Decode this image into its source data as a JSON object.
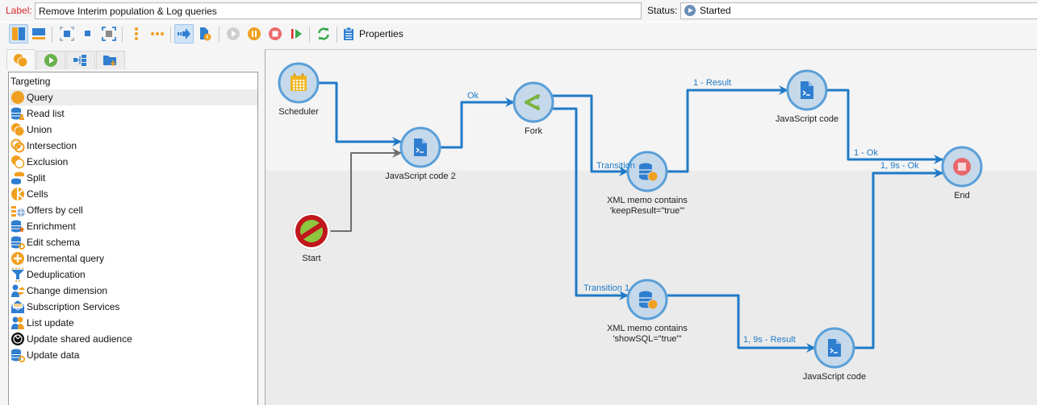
{
  "header": {
    "label_caption": "Label:",
    "label_value": "Remove Interim population & Log queries",
    "status_caption": "Status:",
    "status_value": "Started"
  },
  "toolbar": {
    "buttons": [
      {
        "name": "vertical-layout",
        "icon": "vertical-layout-icon",
        "active": true
      },
      {
        "name": "horizontal-layout",
        "icon": "horizontal-layout-icon",
        "active": false
      },
      {
        "name": "zoom-fit",
        "icon": "zoom-fit-icon",
        "active": false
      },
      {
        "name": "actual-size",
        "icon": "actual-size-icon",
        "active": false
      },
      {
        "name": "zoom-selection",
        "icon": "zoom-selection-icon",
        "active": false
      },
      {
        "name": "align-vertical",
        "icon": "vertical-dots-icon",
        "active": false
      },
      {
        "name": "align-horizontal",
        "icon": "horizontal-dots-icon",
        "active": false
      },
      {
        "name": "transitions",
        "icon": "arrow-flow-icon",
        "active": true
      },
      {
        "name": "logs",
        "icon": "document-warning-icon",
        "active": false
      },
      {
        "name": "start",
        "icon": "play-icon",
        "active": false
      },
      {
        "name": "pause",
        "icon": "pause-icon",
        "active": false
      },
      {
        "name": "stop",
        "icon": "stop-icon",
        "active": false
      },
      {
        "name": "unconditional-stop",
        "icon": "step-play-icon",
        "active": false
      },
      {
        "name": "refresh",
        "icon": "refresh-icon",
        "active": false
      }
    ],
    "properties_label": "Properties"
  },
  "palette": {
    "tabs": [
      "targeting",
      "flow-control",
      "actions",
      "events"
    ],
    "heading": "Targeting",
    "items": [
      {
        "label": "Query",
        "icon": "query-icon",
        "selected": true
      },
      {
        "label": "Read list",
        "icon": "read-list-icon"
      },
      {
        "label": "Union",
        "icon": "union-icon"
      },
      {
        "label": "Intersection",
        "icon": "intersection-icon"
      },
      {
        "label": "Exclusion",
        "icon": "exclusion-icon"
      },
      {
        "label": "Split",
        "icon": "split-icon"
      },
      {
        "label": "Cells",
        "icon": "cells-icon"
      },
      {
        "label": "Offers by cell",
        "icon": "offers-by-cell-icon"
      },
      {
        "label": "Enrichment",
        "icon": "enrichment-icon"
      },
      {
        "label": "Edit schema",
        "icon": "edit-schema-icon"
      },
      {
        "label": "Incremental query",
        "icon": "incremental-query-icon"
      },
      {
        "label": "Deduplication",
        "icon": "deduplication-icon"
      },
      {
        "label": "Change dimension",
        "icon": "change-dimension-icon"
      },
      {
        "label": "Subscription Services",
        "icon": "subscription-services-icon"
      },
      {
        "label": "List update",
        "icon": "list-update-icon"
      },
      {
        "label": "Update shared audience",
        "icon": "shared-audience-icon"
      },
      {
        "label": "Update data",
        "icon": "update-data-icon"
      }
    ]
  },
  "workflow": {
    "nodes": [
      {
        "id": "scheduler",
        "label": "Scheduler",
        "icon": "calendar-icon"
      },
      {
        "id": "js2",
        "label": "JavaScript code 2",
        "icon": "script-icon"
      },
      {
        "id": "start",
        "label": "Start",
        "icon": "start-disabled-icon"
      },
      {
        "id": "fork",
        "label": "Fork",
        "icon": "fork-icon"
      },
      {
        "id": "xml1",
        "label_lines": [
          "XML memo contains",
          "'keepResult=\"true\"'"
        ],
        "icon": "database-query-icon"
      },
      {
        "id": "js_top",
        "label": "JavaScript code",
        "icon": "script-icon"
      },
      {
        "id": "end",
        "label": "End",
        "icon": "end-stop-icon"
      },
      {
        "id": "xml2",
        "label_lines": [
          "XML memo contains",
          "'showSQL=\"true\"'"
        ],
        "icon": "database-query-icon"
      },
      {
        "id": "js_bottom",
        "label": "JavaScript code",
        "icon": "script-icon"
      }
    ],
    "edges": [
      {
        "from": "scheduler",
        "to": "js2",
        "label": ""
      },
      {
        "from": "start",
        "to": "js2",
        "label": "",
        "inactive": true
      },
      {
        "from": "js2",
        "to": "fork",
        "label": "Ok"
      },
      {
        "from": "fork",
        "to": "xml1",
        "label": "Transition"
      },
      {
        "from": "fork",
        "to": "xml2",
        "label": "Transition 1"
      },
      {
        "from": "xml1",
        "to": "js_top",
        "label": "1 - Result"
      },
      {
        "from": "js_top",
        "to": "end",
        "label": "1 - Ok"
      },
      {
        "from": "xml2",
        "to": "js_bottom",
        "label": "1, 9s - Result"
      },
      {
        "from": "js_bottom",
        "to": "end",
        "label": "1, 9s - Ok"
      }
    ]
  },
  "colors": {
    "accent": "#1f7ac8",
    "node_fill": "#c5d9ea",
    "node_border": "#5a9fd8",
    "inactive_edge": "#6e6e6e",
    "label_red": "#d9262a",
    "orange": "#f0a020"
  }
}
